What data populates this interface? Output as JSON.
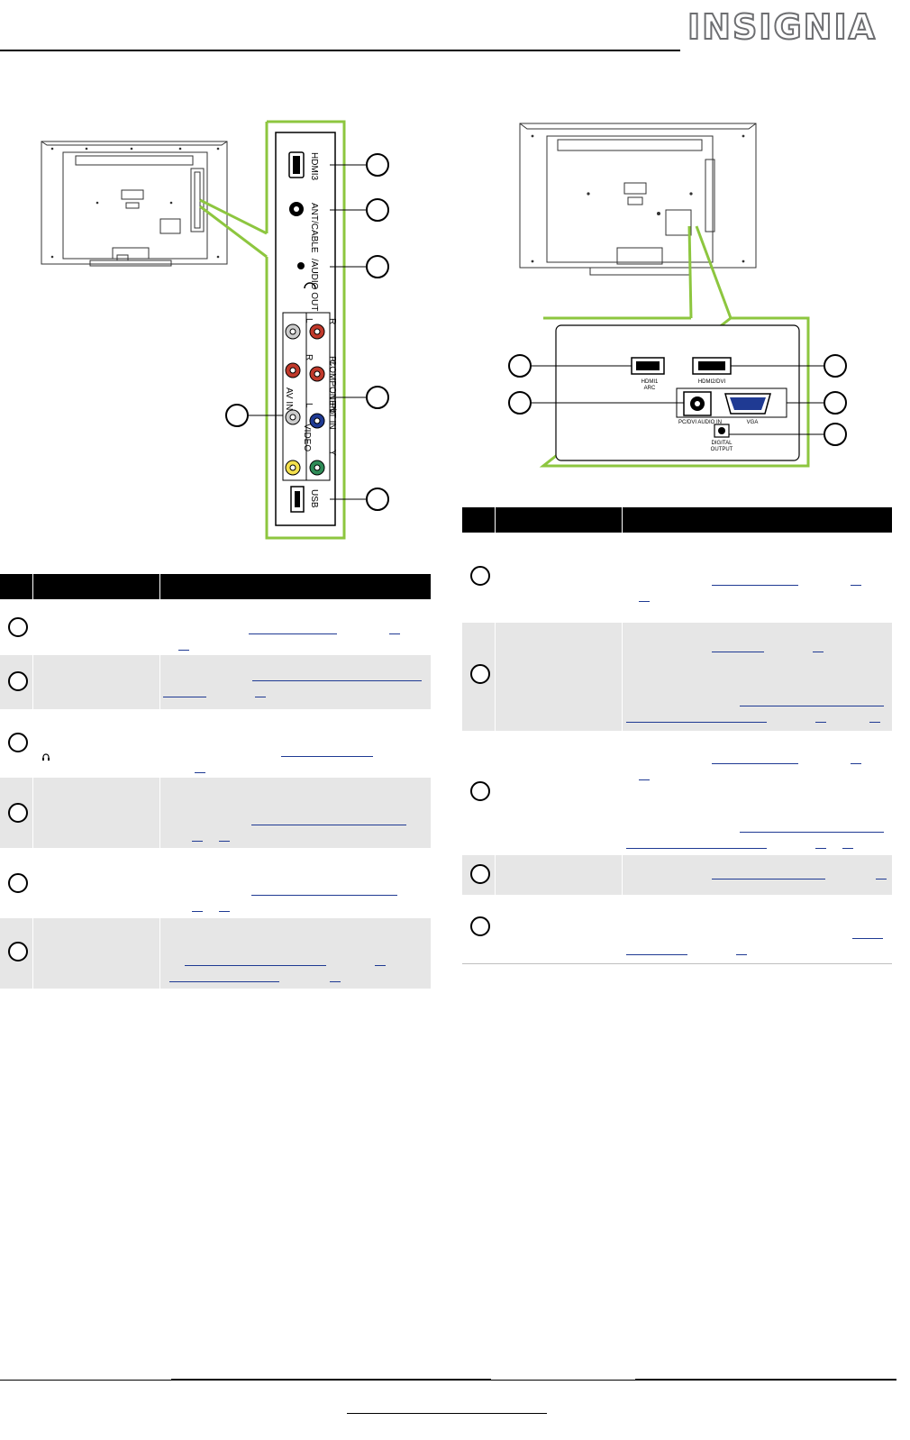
{
  "header": {
    "logo_text": "INSIGNIA",
    "brand_color": "#6d6e71"
  },
  "left_panel": {
    "labels": {
      "hdmi3": "HDMI3",
      "ant_cable": "ANT/CABLE",
      "audio_out": "/AUDIO OUT",
      "component_in": "COMPONENT IN",
      "av_in": "AV IN",
      "video": "VIDEO",
      "usb": "USB",
      "L": "L",
      "R": "R",
      "Pr": "Pr",
      "Pb": "Pb",
      "Y": "Y"
    }
  },
  "right_panel": {
    "labels": {
      "hdmi1": "HDMI1",
      "arc": "ARC",
      "hdmi2_dvi": "HDMI2/DVI",
      "pc_dvi_audio_in": "PC/DVI AUDIO IN",
      "vga": "VGA",
      "digital": "DIGITAL",
      "output": "OUTPUT"
    }
  },
  "accent_colors": {
    "callout_green": "#8dc63f",
    "table_header": "#000000",
    "row_shade": "#e6e6e6",
    "link": "#1f3a93"
  }
}
